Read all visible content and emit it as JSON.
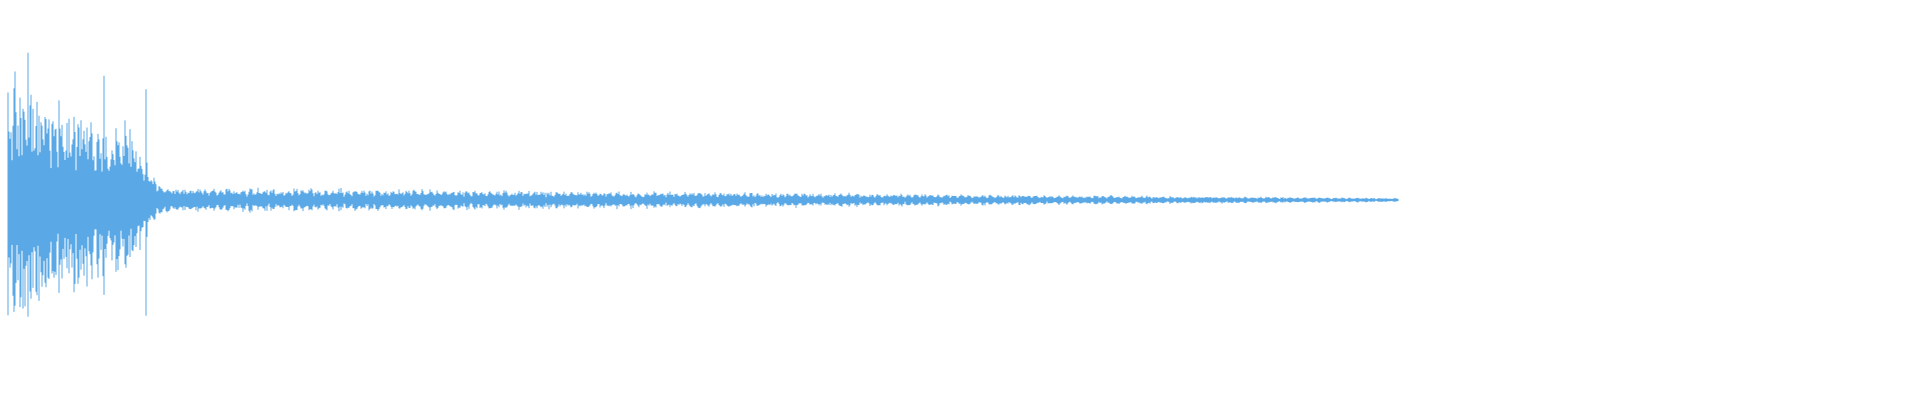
{
  "waveform": {
    "color": "#5aa9e6",
    "background": "#ffffff",
    "shape": "decaying-percussive",
    "duration_fraction": 0.727,
    "peak_amplitude": 0.84,
    "attack_amplitude": 0.55,
    "sustain_amplitude": 0.06,
    "tail_amplitude": 0.01
  }
}
